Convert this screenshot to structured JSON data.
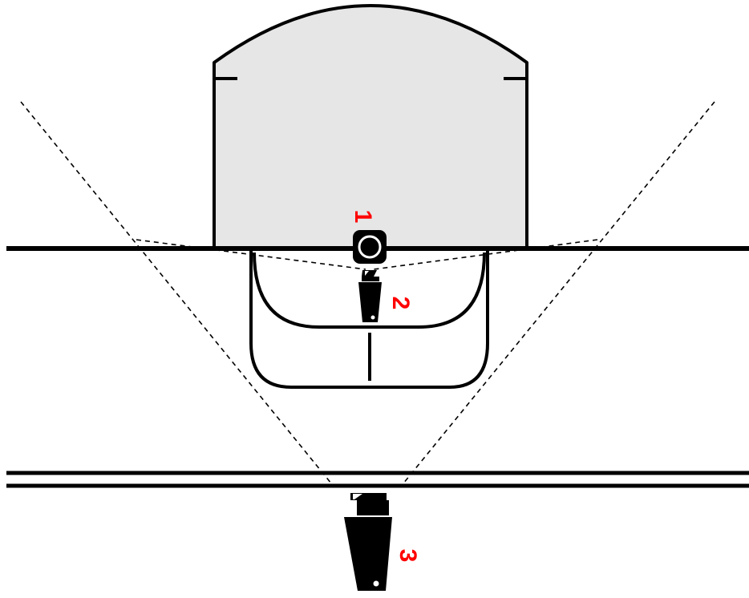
{
  "labels": {
    "label_1": "1",
    "label_2": "2",
    "label_3": "3"
  },
  "icons": {
    "device_1": "circular-camera-icon",
    "device_2": "bullet-camera-icon",
    "device_3": "bullet-camera-icon"
  },
  "colors": {
    "stroke": "#000000",
    "room_fill": "#e6e6e6",
    "label": "#ff0000",
    "background": "#ffffff"
  }
}
